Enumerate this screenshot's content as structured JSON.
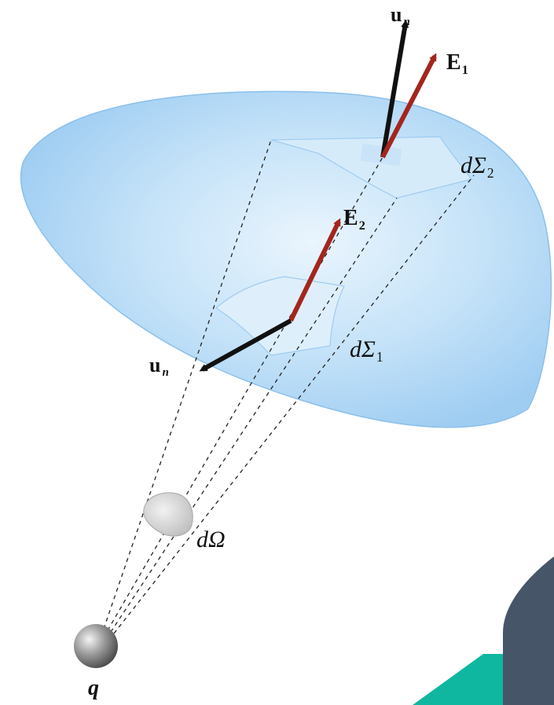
{
  "labels": {
    "un_top": "u",
    "un_top_sub": "n",
    "e1": "E",
    "e1_sub": "1",
    "dsigma2": "dΣ",
    "dsigma2_sub": "2",
    "e2": "E",
    "e2_sub": "2",
    "un_left": "u",
    "un_left_sub": "n",
    "dsigma1": "dΣ",
    "dsigma1_sub": "1",
    "domega": "dΩ",
    "charge": "q"
  },
  "colors": {
    "surface_fill": "#b9dcf7",
    "surface_light": "#e4f2fc",
    "patch_fill": "#d5ecfb",
    "field_arrow": "#a3261d",
    "normal_arrow": "#111111",
    "charge_sphere": "#8a8a8a",
    "corner_dark": "#475569",
    "corner_teal": "#10b7a0"
  }
}
